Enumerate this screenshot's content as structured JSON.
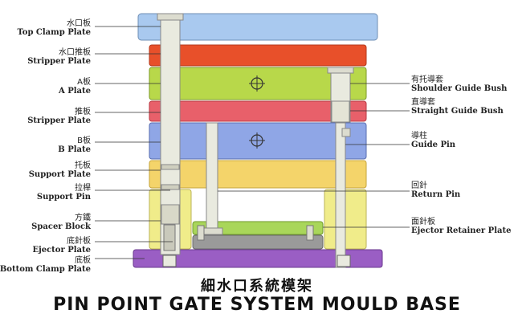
{
  "labels_left": [
    {
      "zh": "水口板",
      "en": "Top Clamp Plate"
    },
    {
      "zh": "水口推板",
      "en": "Stripper Plate"
    },
    {
      "zh": "A板",
      "en": "A Plate"
    },
    {
      "zh": "推板",
      "en": "Stripper Plate"
    },
    {
      "zh": "B板",
      "en": "B Plate"
    },
    {
      "zh": "托板",
      "en": "Support Plate"
    },
    {
      "zh": "拉桿",
      "en": "Support Pin"
    },
    {
      "zh": "方鐵",
      "en": "Spacer Block"
    },
    {
      "zh": "底針板",
      "en": "Ejector Plate"
    },
    {
      "zh": "底板",
      "en": "Bottom Clamp Plate"
    }
  ],
  "labels_right": [
    {
      "zh": "有托導套",
      "en": "Shoulder Guide Bush"
    },
    {
      "zh": "直導套",
      "en": "Straight Guide Bush"
    },
    {
      "zh": "導柱",
      "en": "Guide Pin"
    },
    {
      "zh": "回針",
      "en": "Return Pin"
    },
    {
      "zh": "面針板",
      "en": "Ejector Retainer Plate"
    }
  ],
  "title": {
    "zh": "細水口系統模架",
    "en": "PIN POINT GATE SYSTEM MOULD BASE"
  },
  "colors": {
    "top_clamp": "#a9c9ef",
    "stripper_red": "#e8502a",
    "a_plate": "#b8d84a",
    "stripper_plate": "#e8606a",
    "b_plate": "#8fa6e6",
    "support_plate": "#f4d46a",
    "spacer_block": "#f0ec8a",
    "ejector_retainer": "#a9d65a",
    "ejector_plate": "#9a9a9a",
    "bottom_clamp": "#9a5ec4",
    "pin": "#e9eadf"
  }
}
